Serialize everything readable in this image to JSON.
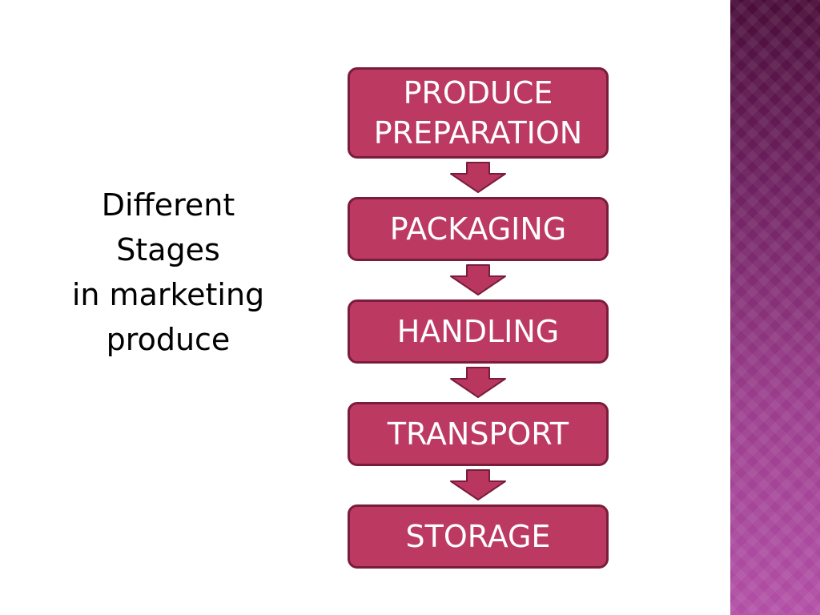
{
  "title": {
    "lines": [
      "Different",
      "Stages",
      "in marketing",
      "produce"
    ]
  },
  "stages": [
    {
      "lines": [
        "PRODUCE",
        "PREPARATION"
      ]
    },
    {
      "lines": [
        "PACKAGING"
      ]
    },
    {
      "lines": [
        "HANDLING"
      ]
    },
    {
      "lines": [
        "TRANSPORT"
      ]
    },
    {
      "lines": [
        "STORAGE"
      ]
    }
  ],
  "colors": {
    "box_fill": "#bc3962",
    "box_border": "#7a1c3c",
    "arrow_fill": "#b9375e",
    "arrow_stroke": "#7a1c3c",
    "side_band_top": "#4a0e3a",
    "side_band_bottom": "#b24fa6"
  },
  "icons": {
    "flow_arrow": "down-arrow-icon"
  }
}
